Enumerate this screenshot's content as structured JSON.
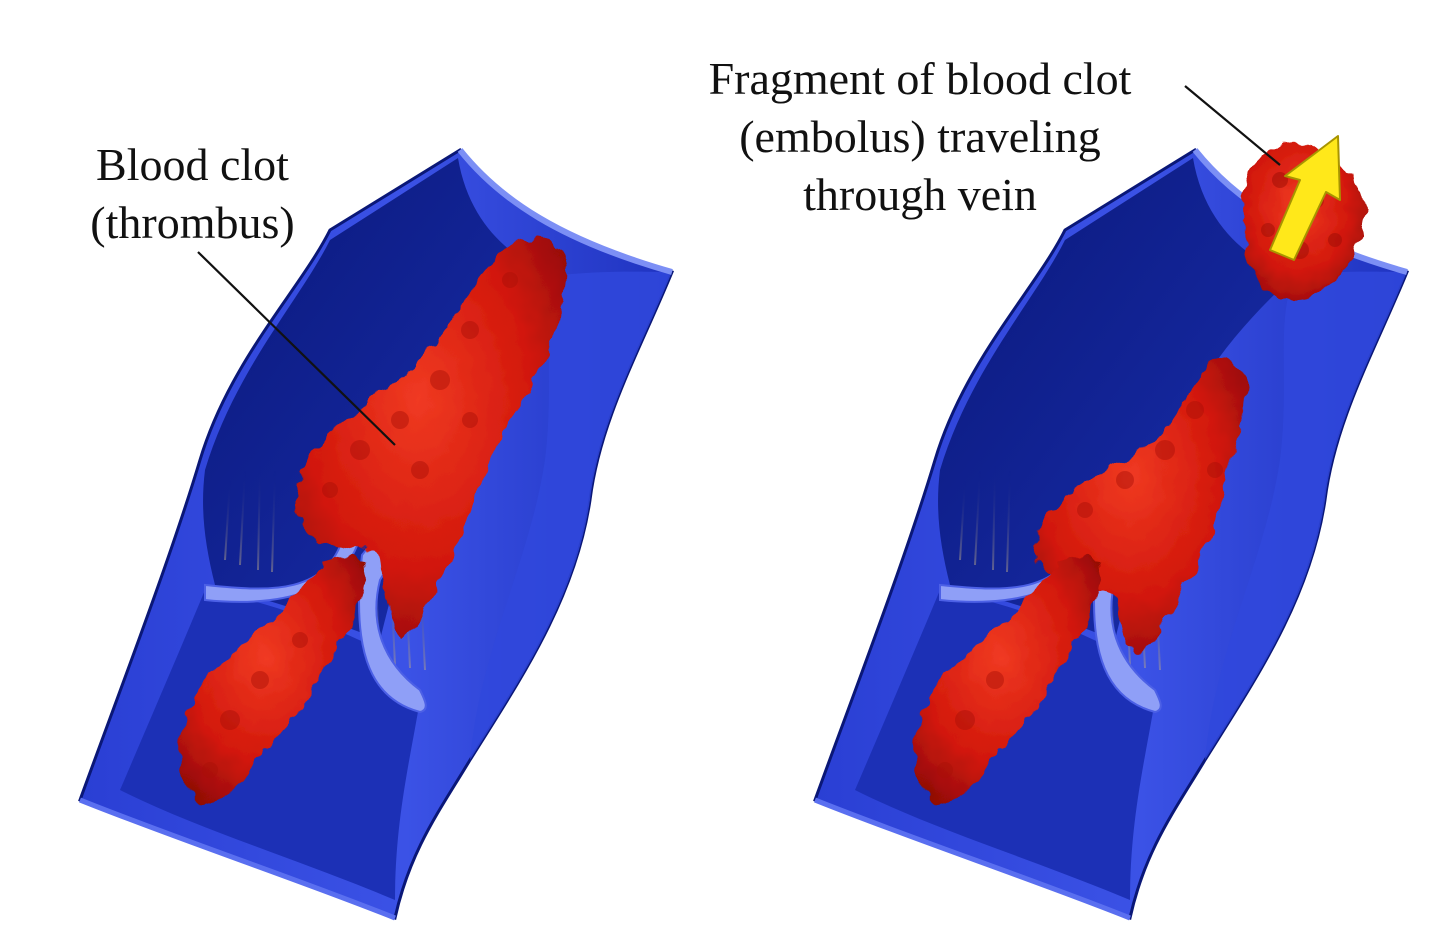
{
  "labels": {
    "thrombus": {
      "line1": "Blood clot",
      "line2": "(thrombus)"
    },
    "embolus": {
      "line1": "Fragment of blood clot",
      "line2": "(embolus) traveling",
      "line3": "through vein"
    }
  },
  "colors": {
    "vein_dark": "#0b1e8c",
    "vein_inner": "#1a31b8",
    "vein_outer": "#3a50e0",
    "vein_edge": "#6c7ff2",
    "valve_light": "#8f9ff7",
    "clot_red": "#d8190f",
    "clot_dark": "#8a0a05",
    "clot_light": "#f24a34",
    "arrow_yellow": "#ffe81a",
    "arrow_edge": "#b8a000"
  }
}
